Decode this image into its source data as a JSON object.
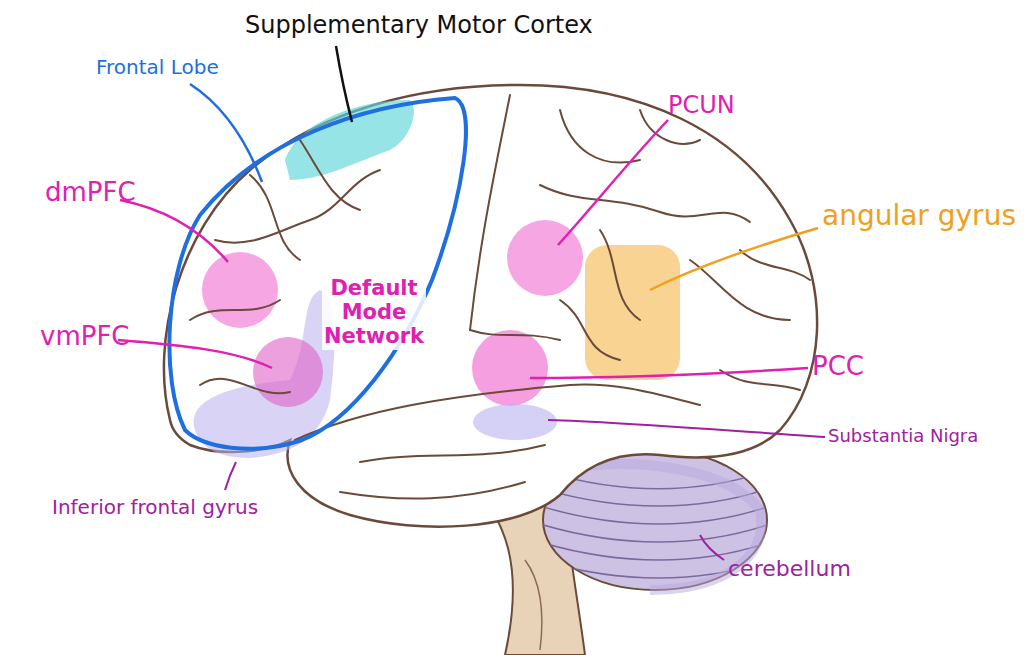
{
  "diagram": {
    "labels": [
      "Supplementary Motor Cortex",
      "Frontal Lobe",
      "PCUN",
      "dmPFC",
      "angular gyrus",
      "Default Mode Network",
      "vmPFC",
      "PCC",
      "Substantia Nigra",
      "Inferior frontal gyrus",
      "cerebellum"
    ]
  }
}
